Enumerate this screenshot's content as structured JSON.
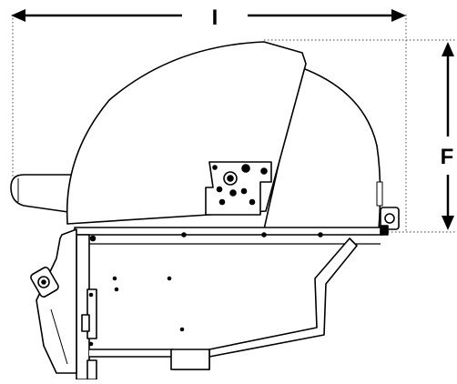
{
  "figure": {
    "subject": "grill-side-profile",
    "dimensions": [
      {
        "id": "width",
        "letter": "I"
      },
      {
        "id": "height",
        "letter": "F"
      }
    ]
  }
}
